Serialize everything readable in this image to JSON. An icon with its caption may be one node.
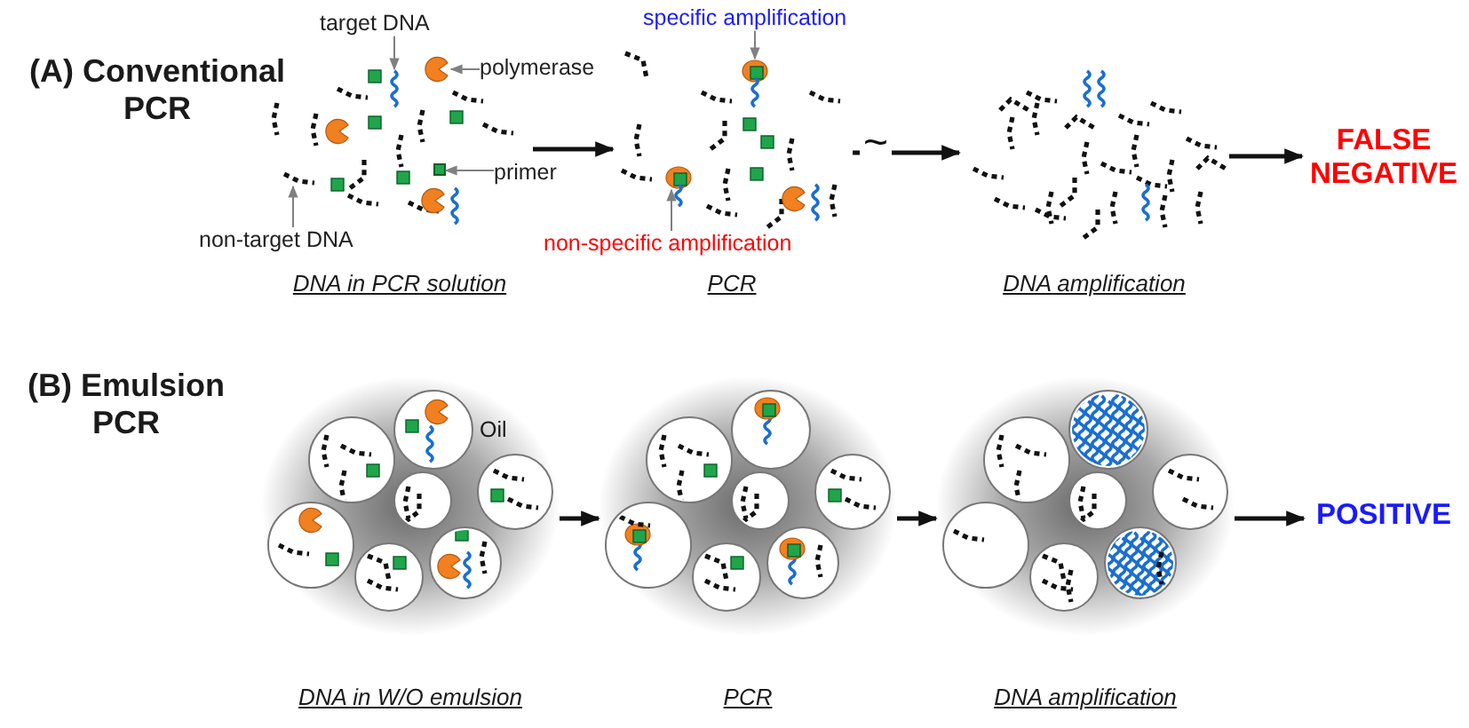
{
  "diagram": {
    "nodes": [
      {
        "text": [],
        "shape": "picture"
      },
      {
        "text": [],
        "shape": "picture"
      },
      {
        "text": [],
        "shape": "picture"
      },
      {
        "text": [
          "FALSE NEGATIVE"
        ]
      },
      {
        "text": [],
        "shape": "picture"
      },
      {
        "text": [],
        "shape": "picture"
      },
      {
        "text": [],
        "shape": "picture"
      },
      {
        "text": [
          "POSITIVE"
        ]
      },
      {
        "text": [
          "target DNA"
        ]
      },
      {
        "text": [
          "polymerase"
        ]
      },
      {
        "text": [
          "primer"
        ]
      },
      {
        "text": [
          "non-target DNA"
        ]
      },
      {
        "text": [
          "specific amplification"
        ]
      },
      {
        "text": [
          "non-specific amplification"
        ]
      },
      {
        "text": [],
        "shape": "picture",
        "in": 0
      },
      {
        "text": [],
        "shape": "picture",
        "in": 0
      },
      {
        "text": [],
        "shape": "box",
        "in": 0
      },
      {
        "text": [],
        "shape": "picture",
        "in": 0
      },
      {
        "text": [],
        "shape": "picture",
        "in": 1
      },
      {
        "text": [],
        "shape": "picture",
        "in": 1
      }
    ],
    "edges": [
      {
        "from": 0,
        "to": 1,
        "arrow": "to",
        "style": "thick"
      },
      {
        "from": 1,
        "to": 2,
        "arrow": "to",
        "label": "~",
        "style": "thick"
      },
      {
        "from": 2,
        "to": 3,
        "arrow": "to",
        "style": "thick"
      },
      {
        "from": 4,
        "to": 5,
        "arrow": "to",
        "style": "thick"
      },
      {
        "from": 5,
        "to": 6,
        "arrow": "to",
        "style": "thick"
      },
      {
        "from": 6,
        "to": 7,
        "arrow": "to",
        "style": "thick"
      },
      {
        "from": 8,
        "to": 14,
        "arrow": "to",
        "color": "#808080"
      },
      {
        "from": 9,
        "to": 15,
        "arrow": "to",
        "color": "#808080"
      },
      {
        "from": 10,
        "to": 16,
        "arrow": "to",
        "color": "#808080"
      },
      {
        "from": 11,
        "to": 17,
        "arrow": "to",
        "color": "#808080"
      },
      {
        "from": 12,
        "to": 18,
        "arrow": "to",
        "color": "#808080"
      },
      {
        "from": 13,
        "to": 19,
        "arrow": "to",
        "color": "#808080"
      }
    ],
    "labels": [
      "(A) Conventional PCR",
      "DNA in PCR solution",
      "PCR",
      "DNA amplification",
      "(B) Emulsion PCR",
      "Oil",
      "DNA in W/O emulsion",
      "PCR",
      "DNA amplification"
    ]
  }
}
